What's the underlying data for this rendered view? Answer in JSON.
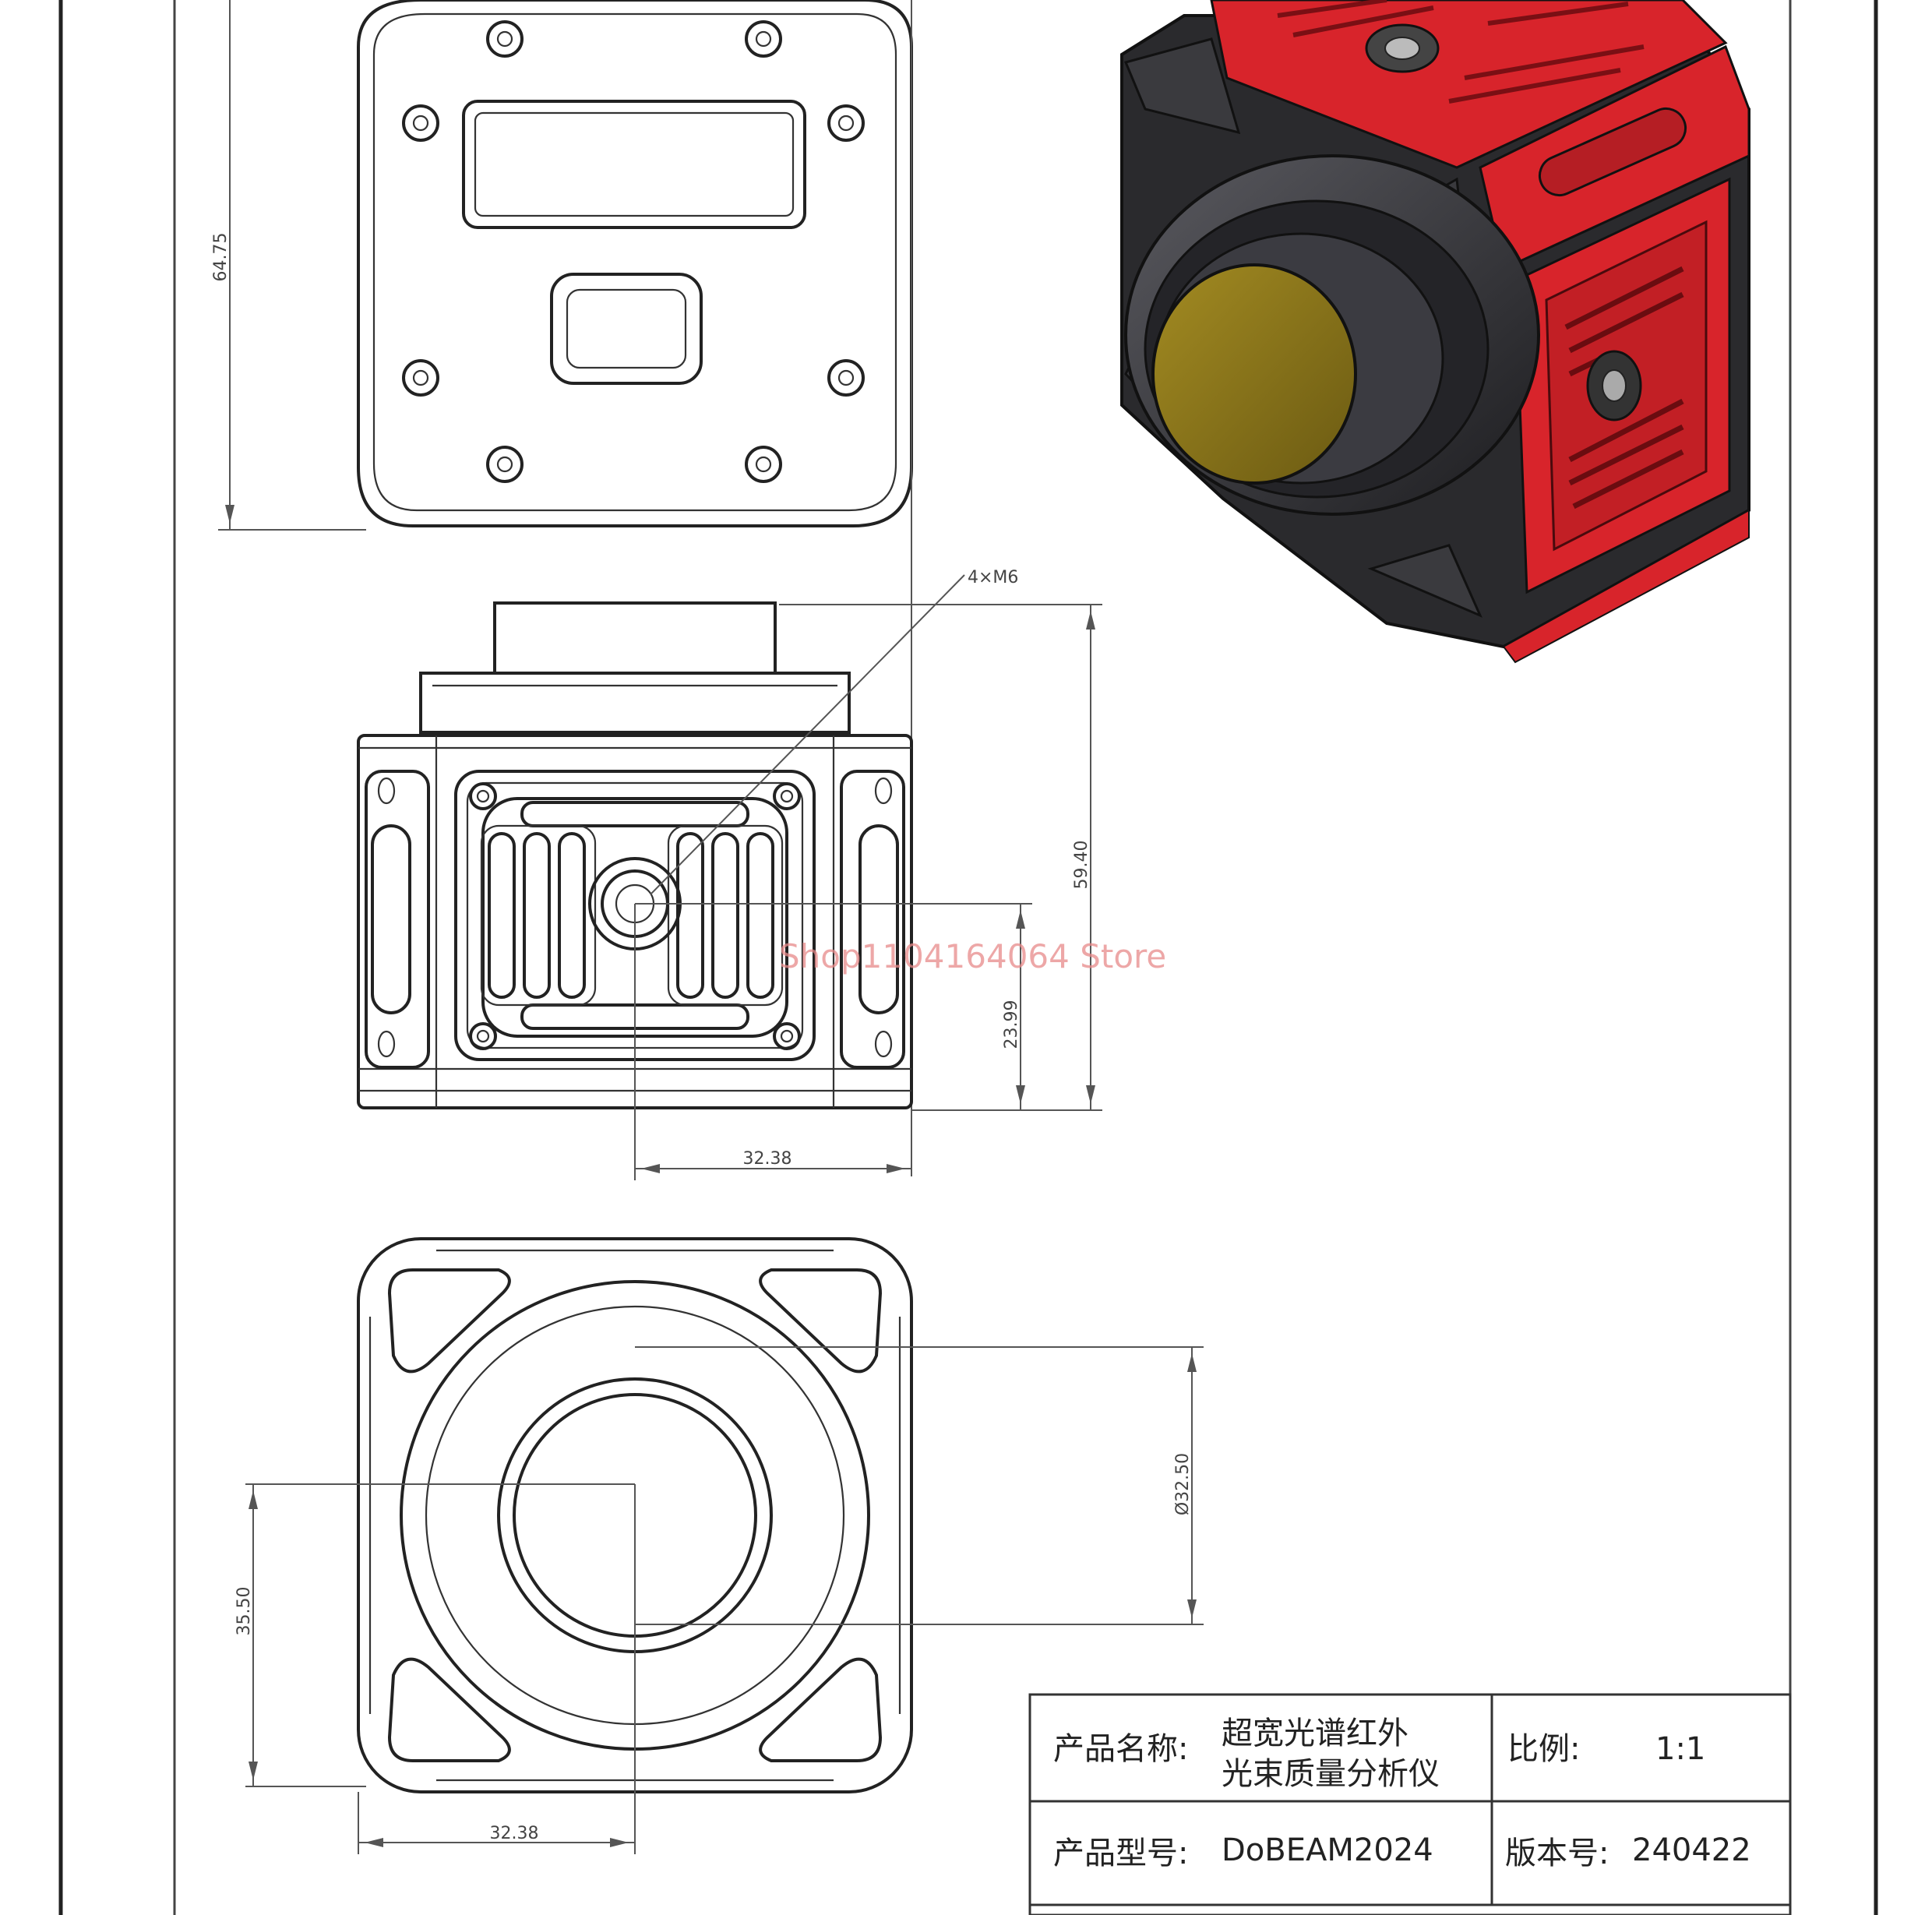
{
  "dimensions": {
    "top_view_height": "64.75",
    "thread_callout": "4×M6",
    "side_view_height": "59.40",
    "side_mount_height": "23.99",
    "side_mount_offset": "32.38",
    "aperture_diameter": "Ø32.50",
    "front_center_height": "35.50",
    "front_center_offset": "32.38"
  },
  "title_block": {
    "product_name_label": "产品名称:",
    "product_name_line1": "超宽光谱红外",
    "product_name_line2": "光束质量分析仪",
    "scale_label": "比例:",
    "scale_value": "1:1",
    "model_label": "产品型号:",
    "model_value": "DoBEAM2024",
    "version_label": "版本号:",
    "version_value": "240422"
  },
  "watermark": "Shop1104164064 Store",
  "colors": {
    "body_dark": "#2a2a2d",
    "panel_red": "#d8242b",
    "lens_gold": "#8a7418",
    "line": "#222222"
  }
}
